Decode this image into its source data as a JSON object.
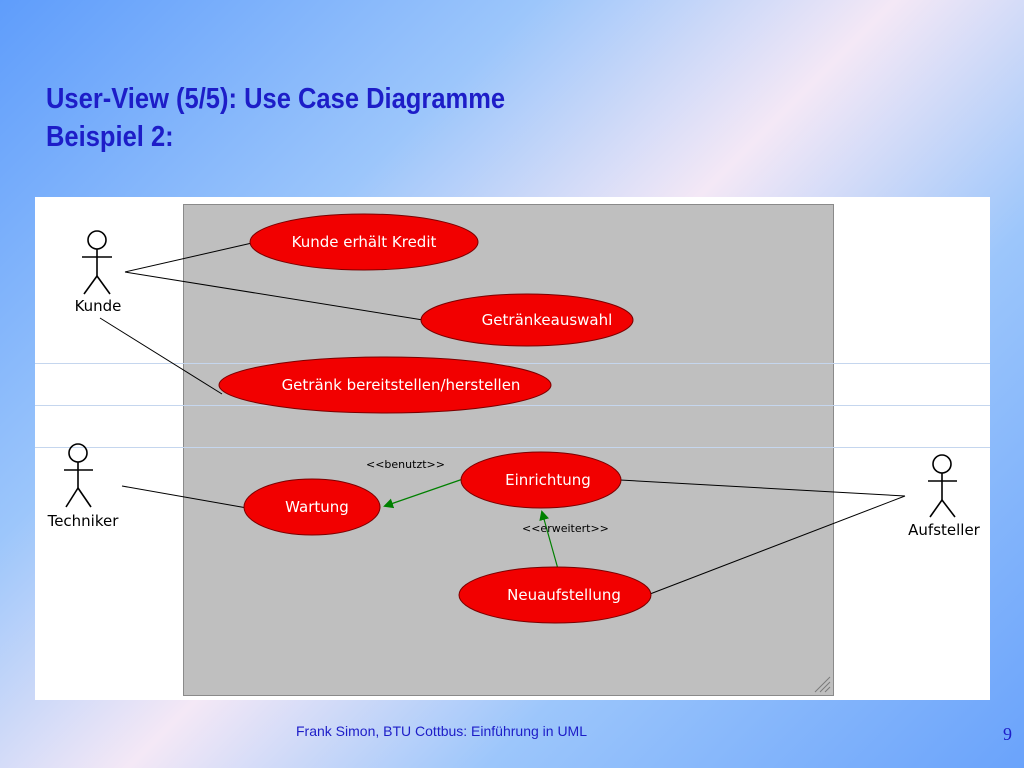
{
  "slide": {
    "title_line1": "User-View (5/5): Use Case Diagramme",
    "title_line2": "Beispiel 2:",
    "footer": "Frank Simon, BTU Cottbus: Einführung in UML",
    "page_number": "9"
  },
  "actors": {
    "kunde": "Kunde",
    "techniker": "Techniker",
    "aufsteller": "Aufsteller"
  },
  "use_cases": {
    "kredit": "Kunde erhält Kredit",
    "auswahl": "Getränkeauswahl",
    "bereitstellen": "Getränk bereitstellen/herstellen",
    "einrichtung": "Einrichtung",
    "wartung": "Wartung",
    "neuaufstellung": "Neuaufstellung"
  },
  "stereotypes": {
    "benutzt": "<<benutzt>>",
    "erweitert": "<<erweitert>>"
  },
  "colors": {
    "title": "#1d1dc8",
    "use_case_fill": "#f20000",
    "canvas": "#bfbfbf",
    "dependency_line": "#008000"
  }
}
